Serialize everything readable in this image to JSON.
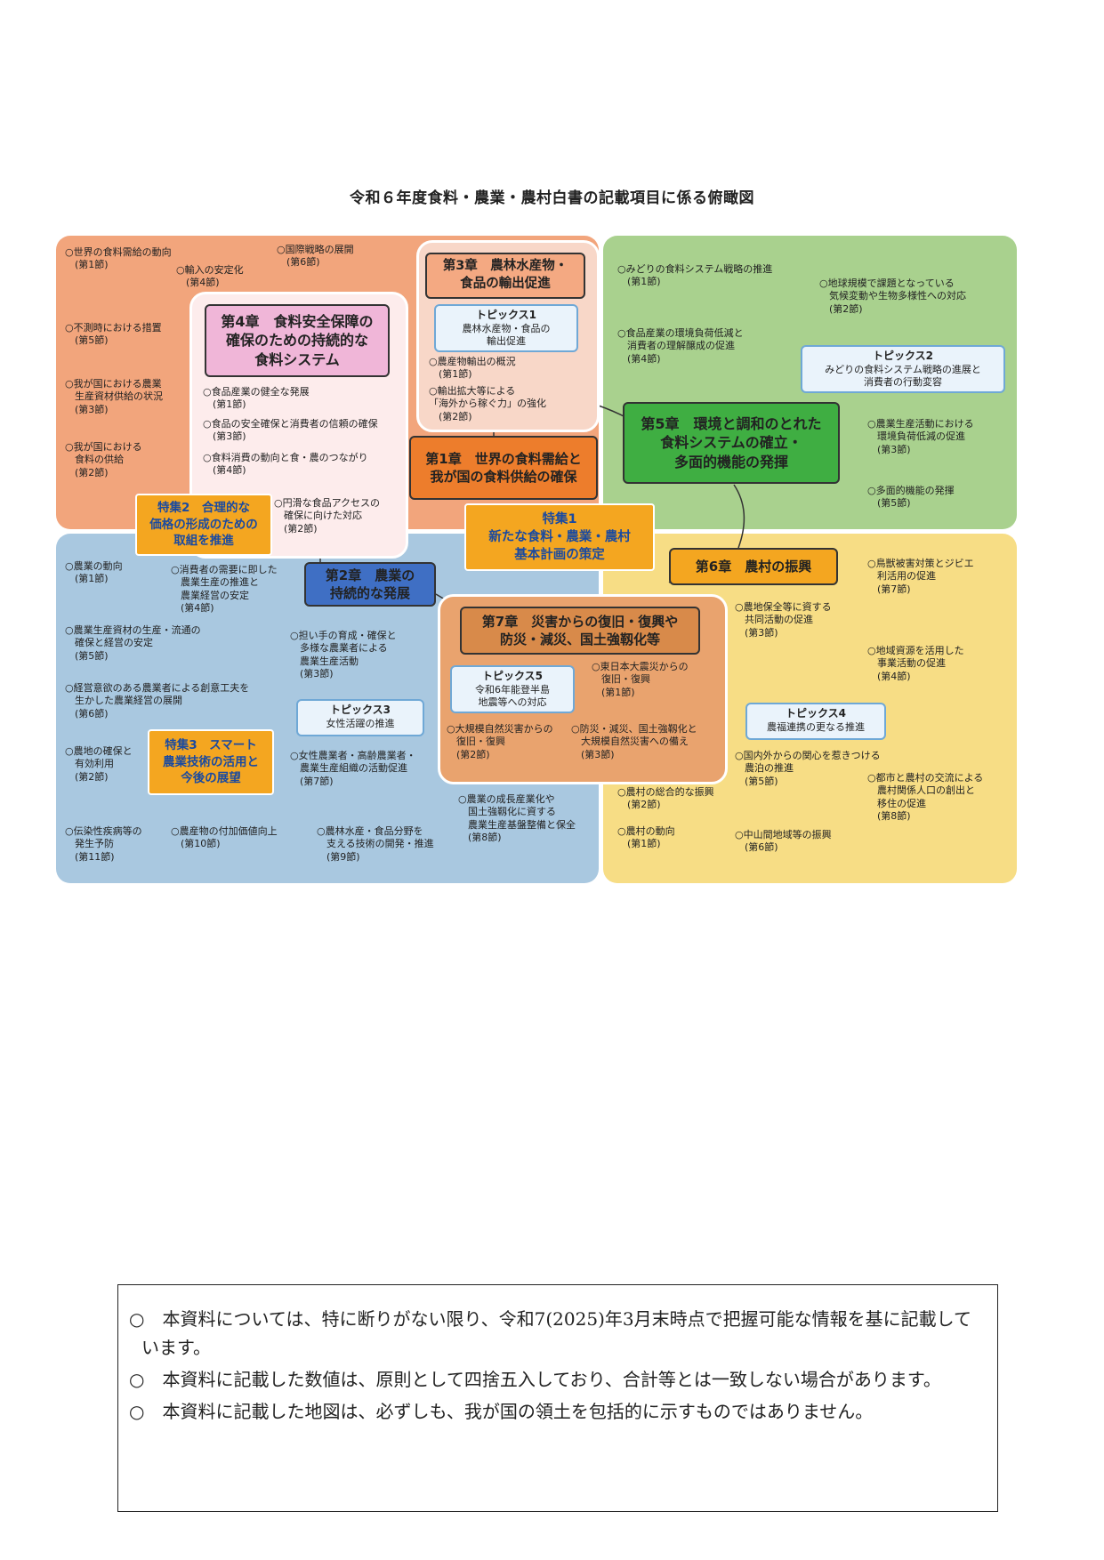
{
  "title": "令和６年度食料・農業・農村白書の記載項目に係る俯瞰図",
  "chapters": {
    "ch1": "第1章　世界の食料需給と\n我が国の食料供給の確保",
    "ch2": "第2章　農業の\n持続的な発展",
    "ch3": "第3章　農林水産物・\n食品の輸出促進",
    "ch4": "第4章　食料安全保障の\n確保のための持続的な\n食料システム",
    "ch5": "第5章　環境と調和のとれた\n食料システムの確立・\n多面的機能の発揮",
    "ch6": "第6章　農村の振興",
    "ch7": "第7章　災害からの復旧・復興や\n防災・減災、国土強靱化等"
  },
  "topics": {
    "t1_h": "トピックス1",
    "t1_b": "農林水産物・食品の\n輸出促進",
    "t2_h": "トピックス2",
    "t2_b": "みどりの食料システム戦略の進展と\n消費者の行動変容",
    "t3_h": "トピックス3",
    "t3_b": "女性活躍の推進",
    "t4_h": "トピックス4",
    "t4_b": "農福連携の更なる推進",
    "t5_h": "トピックス5",
    "t5_b": "令和6年能登半島\n地震等への対応"
  },
  "specials": {
    "s1": "特集1\n新たな食料・農業・農村\n基本計画の策定",
    "s2": "特集2　合理的な\n価格の形成のための\n取組を推進",
    "s3": "特集3　スマート\n農業技術の活用と\n今後の展望"
  },
  "items": {
    "tl1": "○世界の食料需給の動向\n　(第1節)",
    "tl2": "○輸入の安定化\n　(第4節)",
    "tl3": "○国際戦略の展開\n　(第6節)",
    "tl4": "○不測時における措置\n　(第5節)",
    "tl5": "○我が国における農業\n　生産資材供給の状況\n　(第3節)",
    "tl6": "○我が国における\n　食料の供給\n　(第2節)",
    "c4a": "○食品産業の健全な発展\n　(第1節)",
    "c4b": "○食品の安全確保と消費者の信頼の確保\n　(第3節)",
    "c4c": "○食料消費の動向と食・農のつながり\n　(第4節)",
    "c4d": "○円滑な食品アクセスの\n　確保に向けた対応\n　(第2節)",
    "c3a": "○農産物輸出の概況\n　(第1節)",
    "c3b": "○輸出拡大等による\n「海外から稼ぐ力」の強化\n　(第2節)",
    "tr1": "○みどりの食料システム戦略の推進\n　(第1節)",
    "tr2": "○地球規模で課題となっている\n　気候変動や生物多様性への対応\n　(第2節)",
    "tr3": "○食品産業の環境負荷低減と\n　消費者の理解醸成の促進\n　(第4節)",
    "tr4": "○農業生産活動における\n　環境負荷低減の促進\n　(第3節)",
    "tr5": "○多面的機能の発揮\n　(第5節)",
    "bl1": "○農業の動向\n　(第1節)",
    "bl2": "○消費者の需要に即した\n　農業生産の推進と\n　農業経営の安定\n　(第4節)",
    "bl3": "○農業生産資材の生産・流通の\n　確保と経営の安定\n　(第5節)",
    "bl4": "○担い手の育成・確保と\n　多様な農業者による\n　農業生産活動\n　(第3節)",
    "bl5": "○経営意欲のある農業者による創意工夫を\n　生かした農業経営の展開\n　(第6節)",
    "bl6": "○農地の確保と\n　有効利用\n　(第2節)",
    "bl7": "○女性農業者・高齢農業者・\n　農業生産組織の活動促進\n　(第7節)",
    "bl8": "○農業の成長産業化や\n　国土強靱化に資する\n　農業生産基盤整備と保全\n　(第8節)",
    "bl9": "○伝染性疾病等の\n　発生予防\n　(第11節)",
    "bl10": "○農産物の付加価値向上\n　(第10節)",
    "bl11": "○農林水産・食品分野を\n　支える技術の開発・推進\n　(第9節)",
    "c7a": "○東日本大震災からの\n　復旧・復興\n　(第1節)",
    "c7b": "○大規模自然災害からの\n　復旧・復興\n　(第2節)",
    "c7c": "○防災・減災、国土強靱化と\n　大規模自然災害への備え\n　(第3節)",
    "br1": "○鳥獣被害対策とジビエ\n　利活用の促進\n　(第7節)",
    "br2": "○農地保全等に資する\n　共同活動の促進\n　(第3節)",
    "br3": "○地域資源を活用した\n　事業活動の促進\n　(第4節)",
    "br4": "○国内外からの関心を惹きつける\n　農泊の推進\n　(第5節)",
    "br5": "○都市と農村の交流による\n　農村関係人口の創出と\n　移住の促進\n　(第8節)",
    "br6": "○農村の総合的な振興\n　(第2節)",
    "br7": "○農村の動向\n　(第1節)",
    "br8": "○中山間地域等の振興\n　(第6節)"
  },
  "notes": [
    "○　本資料については、特に断りがない限り、令和7(2025)年3月末時点で把握可能な情報を基に記載しています。",
    "○　本資料に記載した数値は、原則として四捨五入しており、合計等とは一致しない場合があります。",
    "○　本資料に記載した地図は、必ずしも、我が国の領土を包括的に示すものではありません。"
  ]
}
